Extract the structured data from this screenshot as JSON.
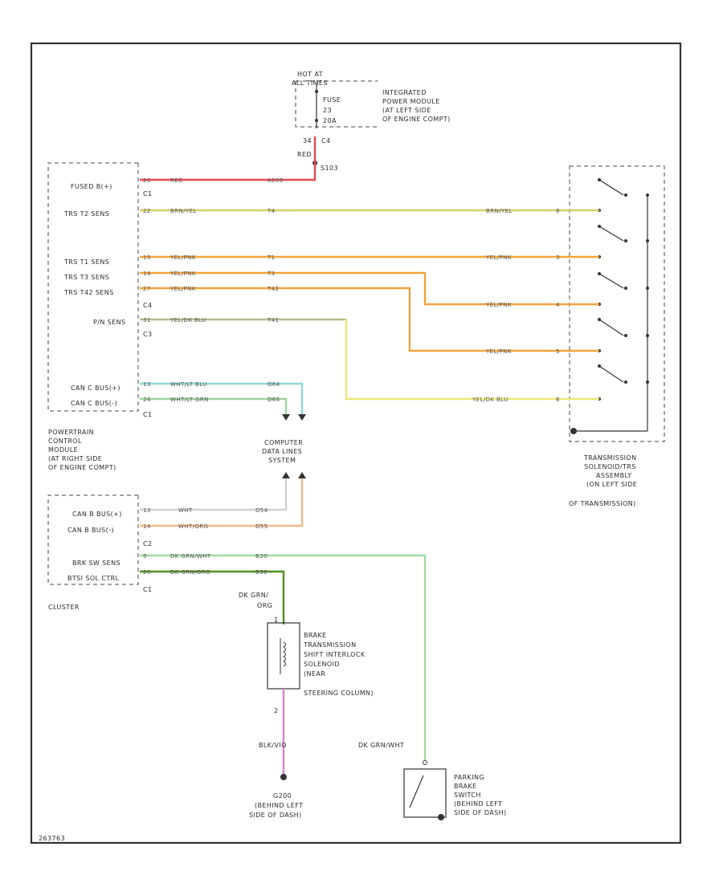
{
  "colors": {
    "red": "#e8494f",
    "tan": "#d9cc6a",
    "orange": "#f2a33a",
    "olive": "#b9b98a",
    "yellow": "#ece776",
    "cyan": "#8fd6d6",
    "green_white": "#9ed49e",
    "gray_white": "#cfcfcf",
    "orange_light": "#f3b78a",
    "light_green": "#9fdb9f",
    "dark_green": "#4f8f1f",
    "violet": "#cc88cc"
  },
  "ipm": {
    "hot_at": "HOT AT",
    "all_times": "ALL TIMES",
    "fuse": "FUSE",
    "fuse_no": "23",
    "fuse_amp": "20A",
    "note_1": "INTEGRATED",
    "note_2": "POWER MODULE",
    "note_3": "(AT LEFT SIDE",
    "note_4": "OF ENGINE COMPT)",
    "pin": "34",
    "conn": "C4",
    "wire": "RED",
    "splice": "S103"
  },
  "pcm": {
    "pins": {
      "fused_b": "FUSED B(+)",
      "trs_t2": "TRS T2 SENS",
      "trs_t1": "TRS T1 SENS",
      "trs_t3": "TRS T3 SENS",
      "trs_t42": "TRS T42 SENS",
      "pn": "P/N SENS",
      "can_c_plus": "CAN C BUS(+)",
      "can_c_minus": "CAN C BUS(-)"
    },
    "conn": {
      "c1": "C1",
      "c4": "C4",
      "c3": "C3",
      "c1b": "C1"
    },
    "name_1": "POWERTRAIN",
    "name_2": "CONTROL",
    "name_3": "MODULE",
    "name_4": "(AT RIGHT SIDE",
    "name_5": "OF ENGINE COMPT)"
  },
  "wires": {
    "fused": {
      "pin": "20",
      "color": "RED",
      "circuit": "A209"
    },
    "t2": {
      "pin": "22",
      "color": "BRN/YEL",
      "circuit": "T4",
      "color_r": "BRN/YEL",
      "tpin": "8"
    },
    "t1": {
      "pin": "15",
      "color": "YEL/PNK",
      "circuit": "T1",
      "color_r": "YEL/PNK",
      "tpin": "3"
    },
    "t3": {
      "pin": "14",
      "color": "YEL/PNK",
      "circuit": "T3",
      "color_r": "YEL/PNK",
      "tpin": "4"
    },
    "t42": {
      "pin": "27",
      "color": "YEL/PNK",
      "circuit": "T42",
      "color_r": "YEL/PNK",
      "tpin": "5"
    },
    "pn": {
      "pin": "31",
      "color": "YEL/DK BLU",
      "circuit": "T41",
      "color_r": "YEL/DK BLU",
      "tpin": "6"
    },
    "can_c_plus": {
      "pin": "13",
      "color": "WHT/LT BLU",
      "circuit": "D64"
    },
    "can_c_minus": {
      "pin": "24",
      "color": "WHT/LT GRN",
      "circuit": "D65"
    }
  },
  "junction": {
    "line_1": "COMPUTER",
    "line_2": "DATA LINES",
    "line_3": "SYSTEM"
  },
  "trs": {
    "name_1": "TRANSMISSION",
    "name_2": "SOLENOID/TRS",
    "name_3": "ASSEMBLY",
    "name_4": "(ON LEFT SIDE",
    "name_5": "OF TRANSMISSION)"
  },
  "cluster": {
    "pins": {
      "can_b_plus": "CAN B BUS(+)",
      "can_b_minus": "CAN B BUS(-)",
      "brk_sw": "BRK SW SENS",
      "btsi": "BTSI SOL CTRL"
    },
    "conn": {
      "c2": "C2",
      "c1": "C1"
    },
    "name": "CLUSTER"
  },
  "cluster_wires": {
    "can_b_plus": {
      "pin": "13",
      "color": "WHT",
      "circuit": "D54"
    },
    "can_b_minus": {
      "pin": "14",
      "color": "WHT/ORG",
      "circuit": "D55"
    },
    "brk_sw": {
      "pin": "9",
      "color": "DK GRN/WHT",
      "circuit": "B20"
    },
    "btsi": {
      "pin": "20",
      "color": "DK GRN/ORG",
      "circuit": "B38"
    }
  },
  "btsi_sol": {
    "wire_1": "DK GRN/",
    "wire_2": "ORG",
    "pin_top": "1",
    "pin_bot": "2",
    "name_1": "BRAKE",
    "name_2": "TRANSMISSION",
    "name_3": "SHIFT INTERLOCK",
    "name_4": "SOLENOID",
    "name_5": "(NEAR",
    "name_6": "STEERING COLUMN)",
    "ground_wire": "BLK/VIO"
  },
  "ground": {
    "name": "G200",
    "loc_1": "(BEHIND LEFT",
    "loc_2": "SIDE OF DASH)"
  },
  "pbs": {
    "wire": "DK GRN/WHT",
    "name_1": "PARKING",
    "name_2": "BRAKE",
    "name_3": "SWITCH",
    "name_4": "(BEHIND LEFT",
    "name_5": "SIDE OF DASH)"
  },
  "footer": {
    "code": "263763"
  }
}
